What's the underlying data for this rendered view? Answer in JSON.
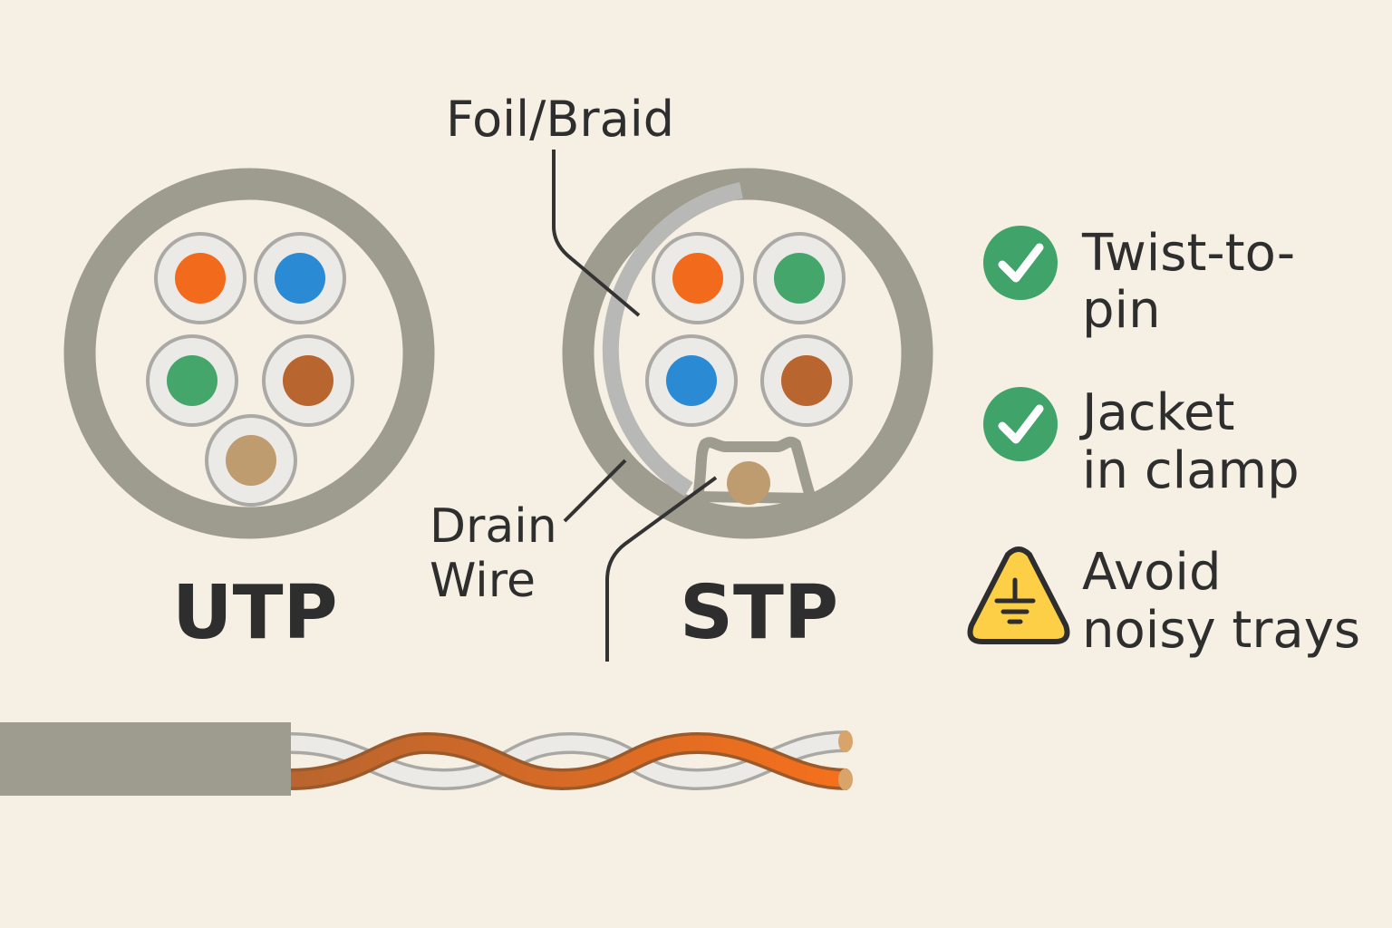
{
  "labels": {
    "foil_braid": "Foil/Braid",
    "drain_wire": [
      "Drain",
      "Wire"
    ],
    "utp": "UTP",
    "stp": "STP"
  },
  "checklist": [
    {
      "icon": "check-icon",
      "lines": [
        "Twist-to-",
        "pin"
      ]
    },
    {
      "icon": "check-icon",
      "lines": [
        "Jacket",
        "in clamp"
      ]
    },
    {
      "icon": "ground-warning-icon",
      "lines": [
        "Avoid",
        "noisy trays"
      ]
    }
  ],
  "colors": {
    "background": "#f6efe3",
    "jacket": "#9e9c8f",
    "foil": "#b8b8b6",
    "insulation": "#eceae6",
    "orange": "#f26a1b",
    "blue": "#2a8ad4",
    "green": "#45a66c",
    "brown": "#b9652f",
    "tan": "#bf9b70",
    "check": "#3fa36a",
    "warning": "#fccf47"
  }
}
